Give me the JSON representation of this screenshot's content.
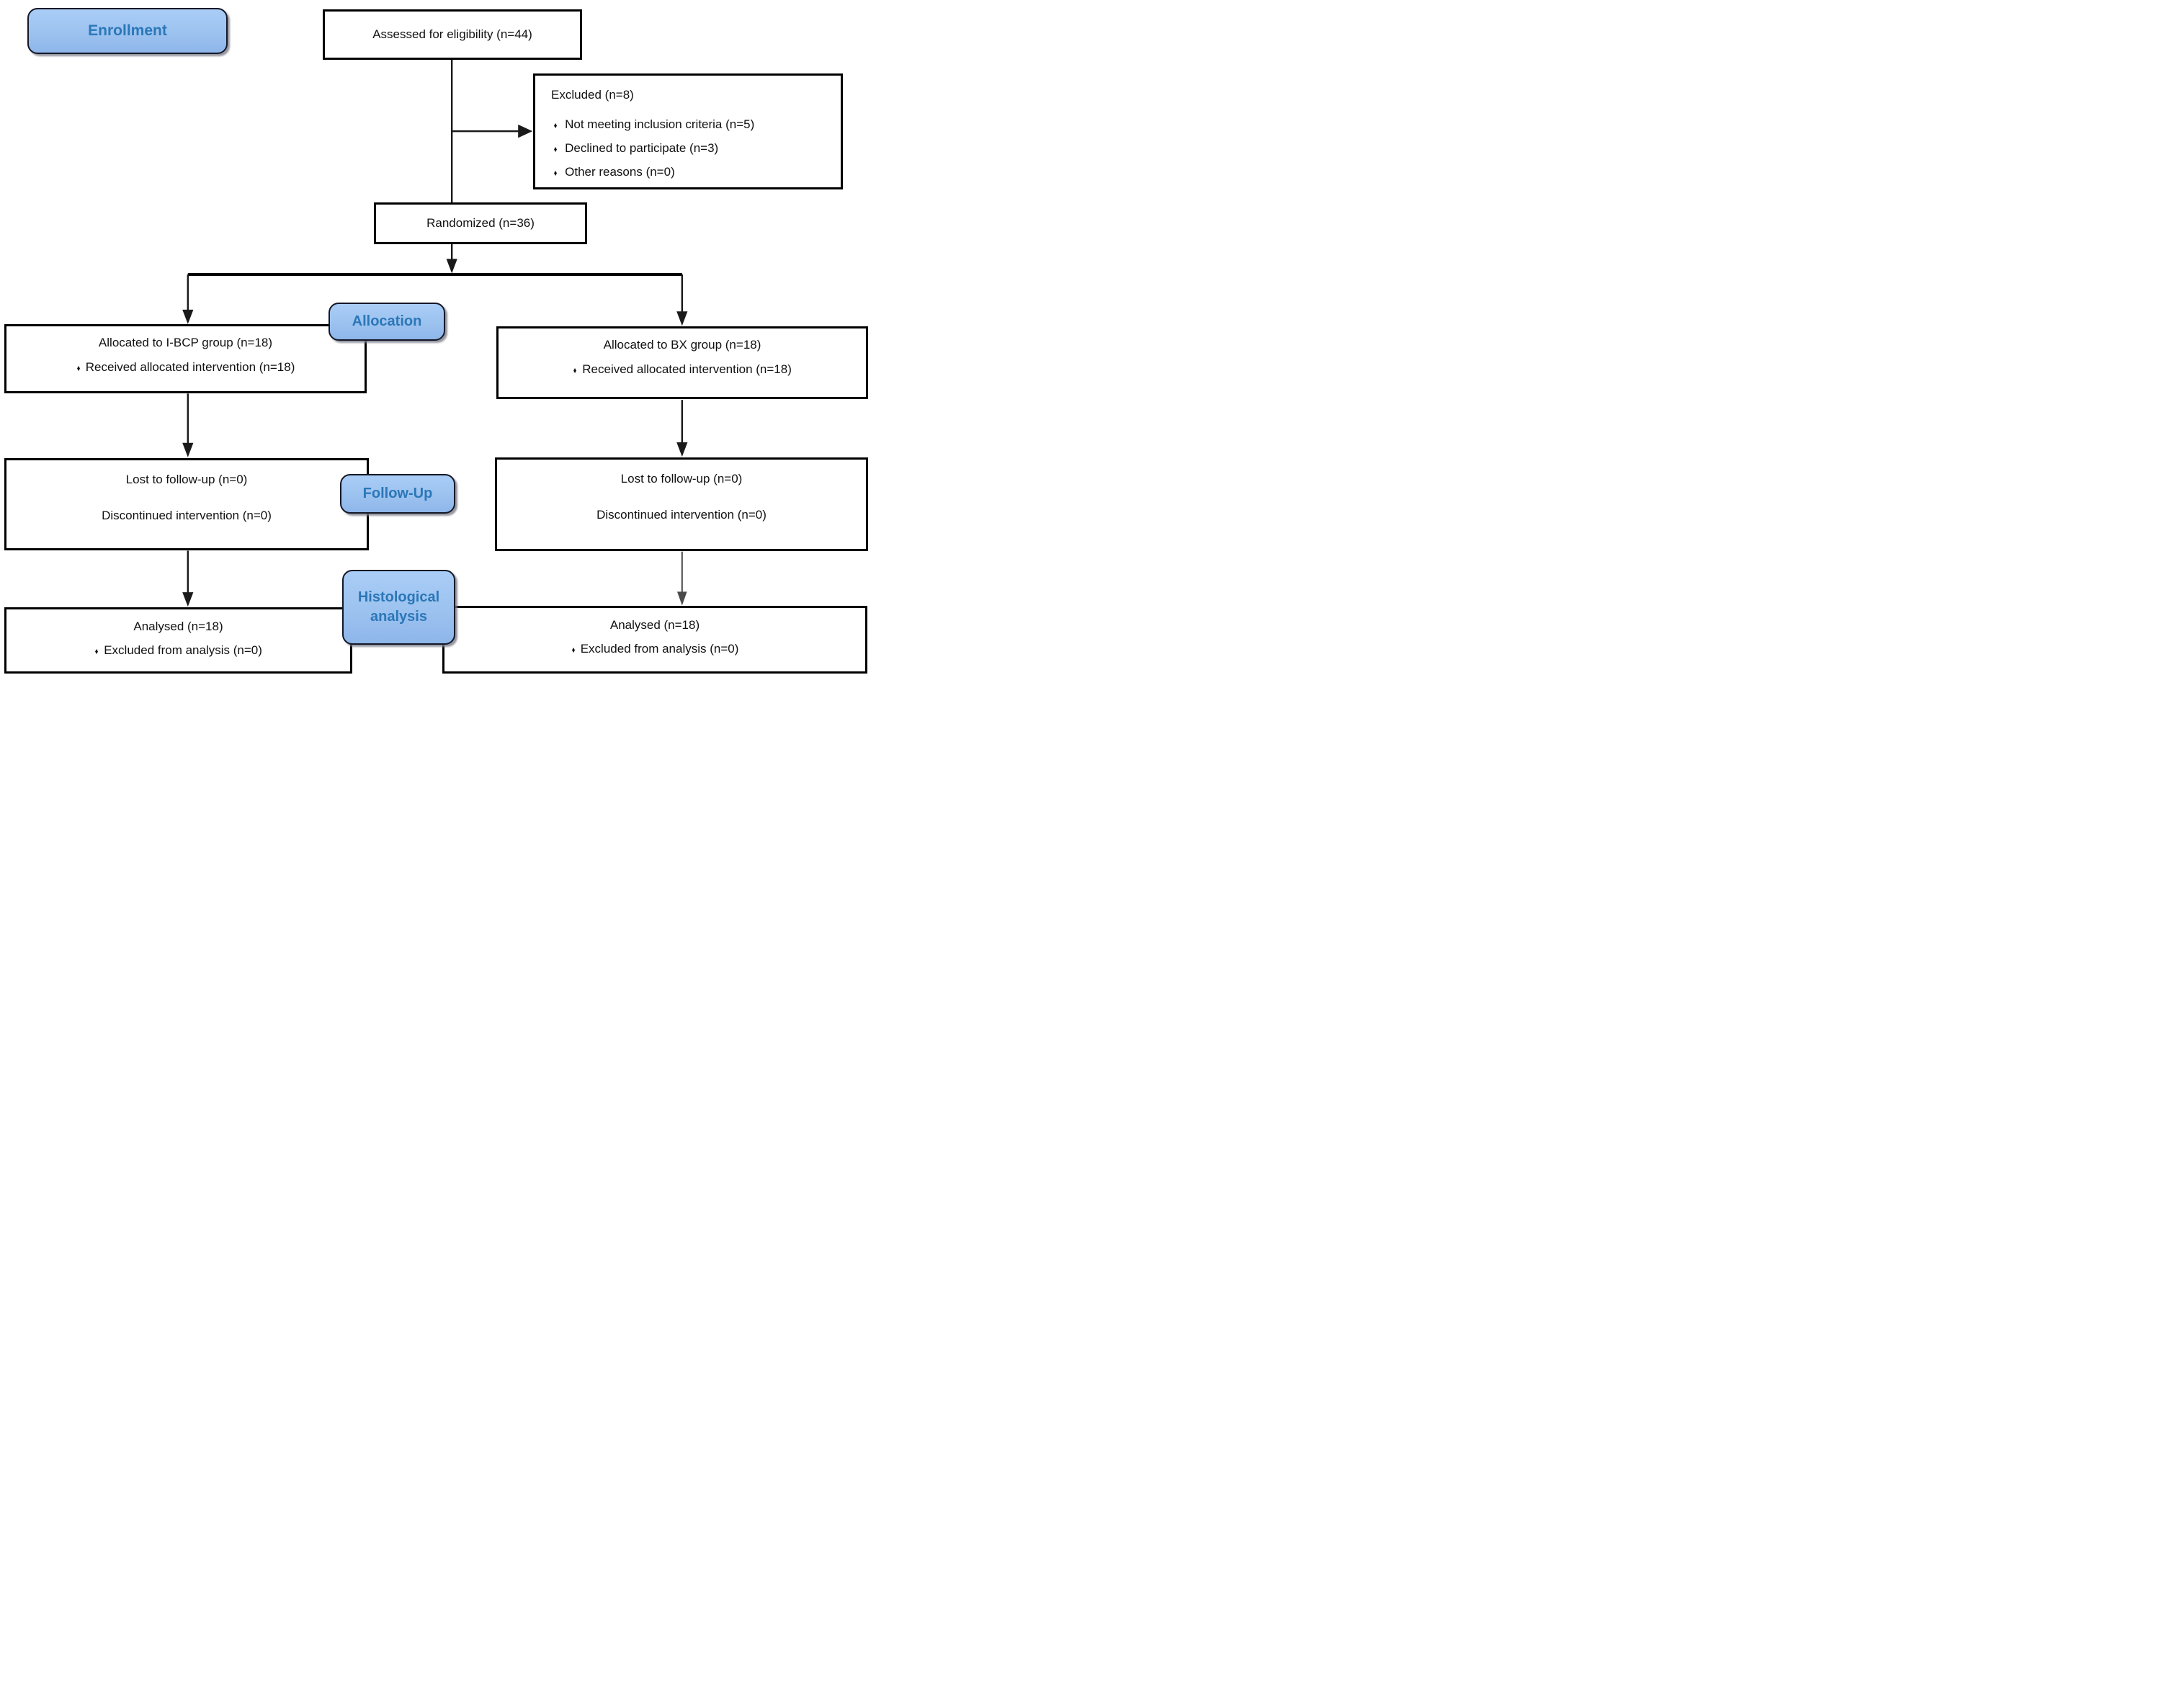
{
  "stages": {
    "enrollment": "Enrollment",
    "allocation": "Allocation",
    "follow_up": "Follow-Up",
    "histological_line1": "Histological",
    "histological_line2": "analysis"
  },
  "bullet_glyph": "♦",
  "boxes": {
    "assessed": {
      "text": "Assessed for eligibility (n=44)"
    },
    "excluded": {
      "title": "Excluded (n=8)",
      "bullets": [
        "Not meeting inclusion criteria (n=5)",
        "Declined to participate (n=3)",
        "Other reasons (n=0)"
      ]
    },
    "randomized": {
      "text": "Randomized (n=36)"
    },
    "allocated_left": {
      "title": "Allocated to I-BCP group (n=18)",
      "bullet": "Received allocated intervention (n=18)"
    },
    "allocated_right": {
      "title": "Allocated to BX group (n=18)",
      "bullet": "Received allocated intervention (n=18)"
    },
    "followup_left": {
      "line1": "Lost to follow-up (n=0)",
      "line2": "Discontinued intervention (n=0)"
    },
    "followup_right": {
      "line1": "Lost to follow-up (n=0)",
      "line2": "Discontinued intervention (n=0)"
    },
    "analysed_left": {
      "title": "Analysed (n=18)",
      "bullet": "Excluded from analysis (n=0)"
    },
    "analysed_right": {
      "title": "Analysed (n=18)",
      "bullet": "Excluded from analysis (n=0)"
    }
  },
  "colors": {
    "stage_fill": "#9CC2EF",
    "stage_text": "#2B77B8",
    "stage_border": "#141826",
    "box_border": "#000000",
    "connector": "#1A1A1A"
  }
}
